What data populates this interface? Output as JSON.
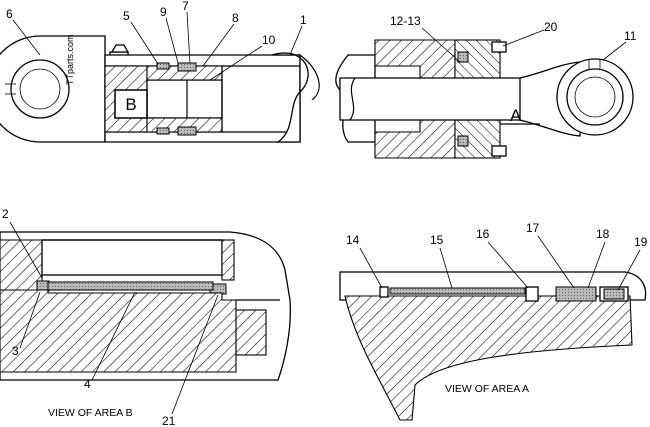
{
  "callouts": {
    "c1": "1",
    "c5": "5",
    "c6": "6",
    "c7": "7",
    "c8": "8",
    "c9": "9",
    "c10": "10",
    "c11": "11",
    "c12_13": "12-13",
    "c20": "20",
    "c2": "2",
    "c3": "3",
    "c4": "4",
    "c21": "21",
    "c14": "14",
    "c15": "15",
    "c16": "16",
    "c17": "17",
    "c18": "18",
    "c19": "19"
  },
  "area_markers": {
    "a": "A",
    "b": "B"
  },
  "captions": {
    "view_b": "VIEW OF AREA B",
    "view_a": "VIEW OF AREA A"
  },
  "watermark": "TTparts.com"
}
